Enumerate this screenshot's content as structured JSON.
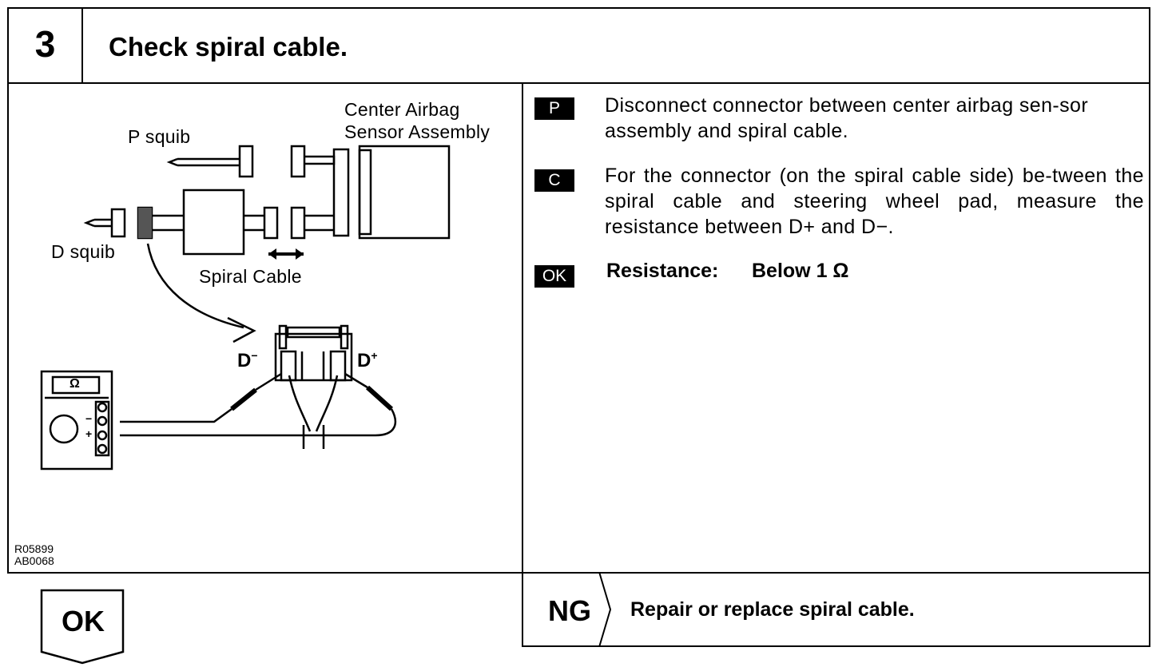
{
  "step": {
    "number": "3",
    "title": "Check spiral cable."
  },
  "diagram": {
    "labels": {
      "p_squib": "P squib",
      "center_airbag_line1": "Center Airbag",
      "center_airbag_line2": "Sensor Assembly",
      "d_squib": "D squib",
      "spiral_cable": "Spiral Cable",
      "d_minus": "D",
      "d_plus": "D",
      "minus_sup": "−",
      "plus_sup": "+",
      "ohm_symbol": "Ω",
      "meter_minus": "−",
      "meter_plus": "+"
    },
    "codes": [
      "R05899",
      "AB0068"
    ]
  },
  "instructions": [
    {
      "badge": "P",
      "text": "Disconnect connector between center airbag sen-sor assembly and spiral cable."
    },
    {
      "badge": "C",
      "text": "For the connector (on the spiral cable side) be-tween the spiral cable and steering wheel pad, measure the resistance between D+ and D−."
    },
    {
      "badge": "OK",
      "label": "Resistance:",
      "value": "Below 1 Ω"
    }
  ],
  "results": {
    "ok_label": "OK",
    "ng_label": "NG",
    "ng_action": "Repair or replace spiral cable."
  }
}
